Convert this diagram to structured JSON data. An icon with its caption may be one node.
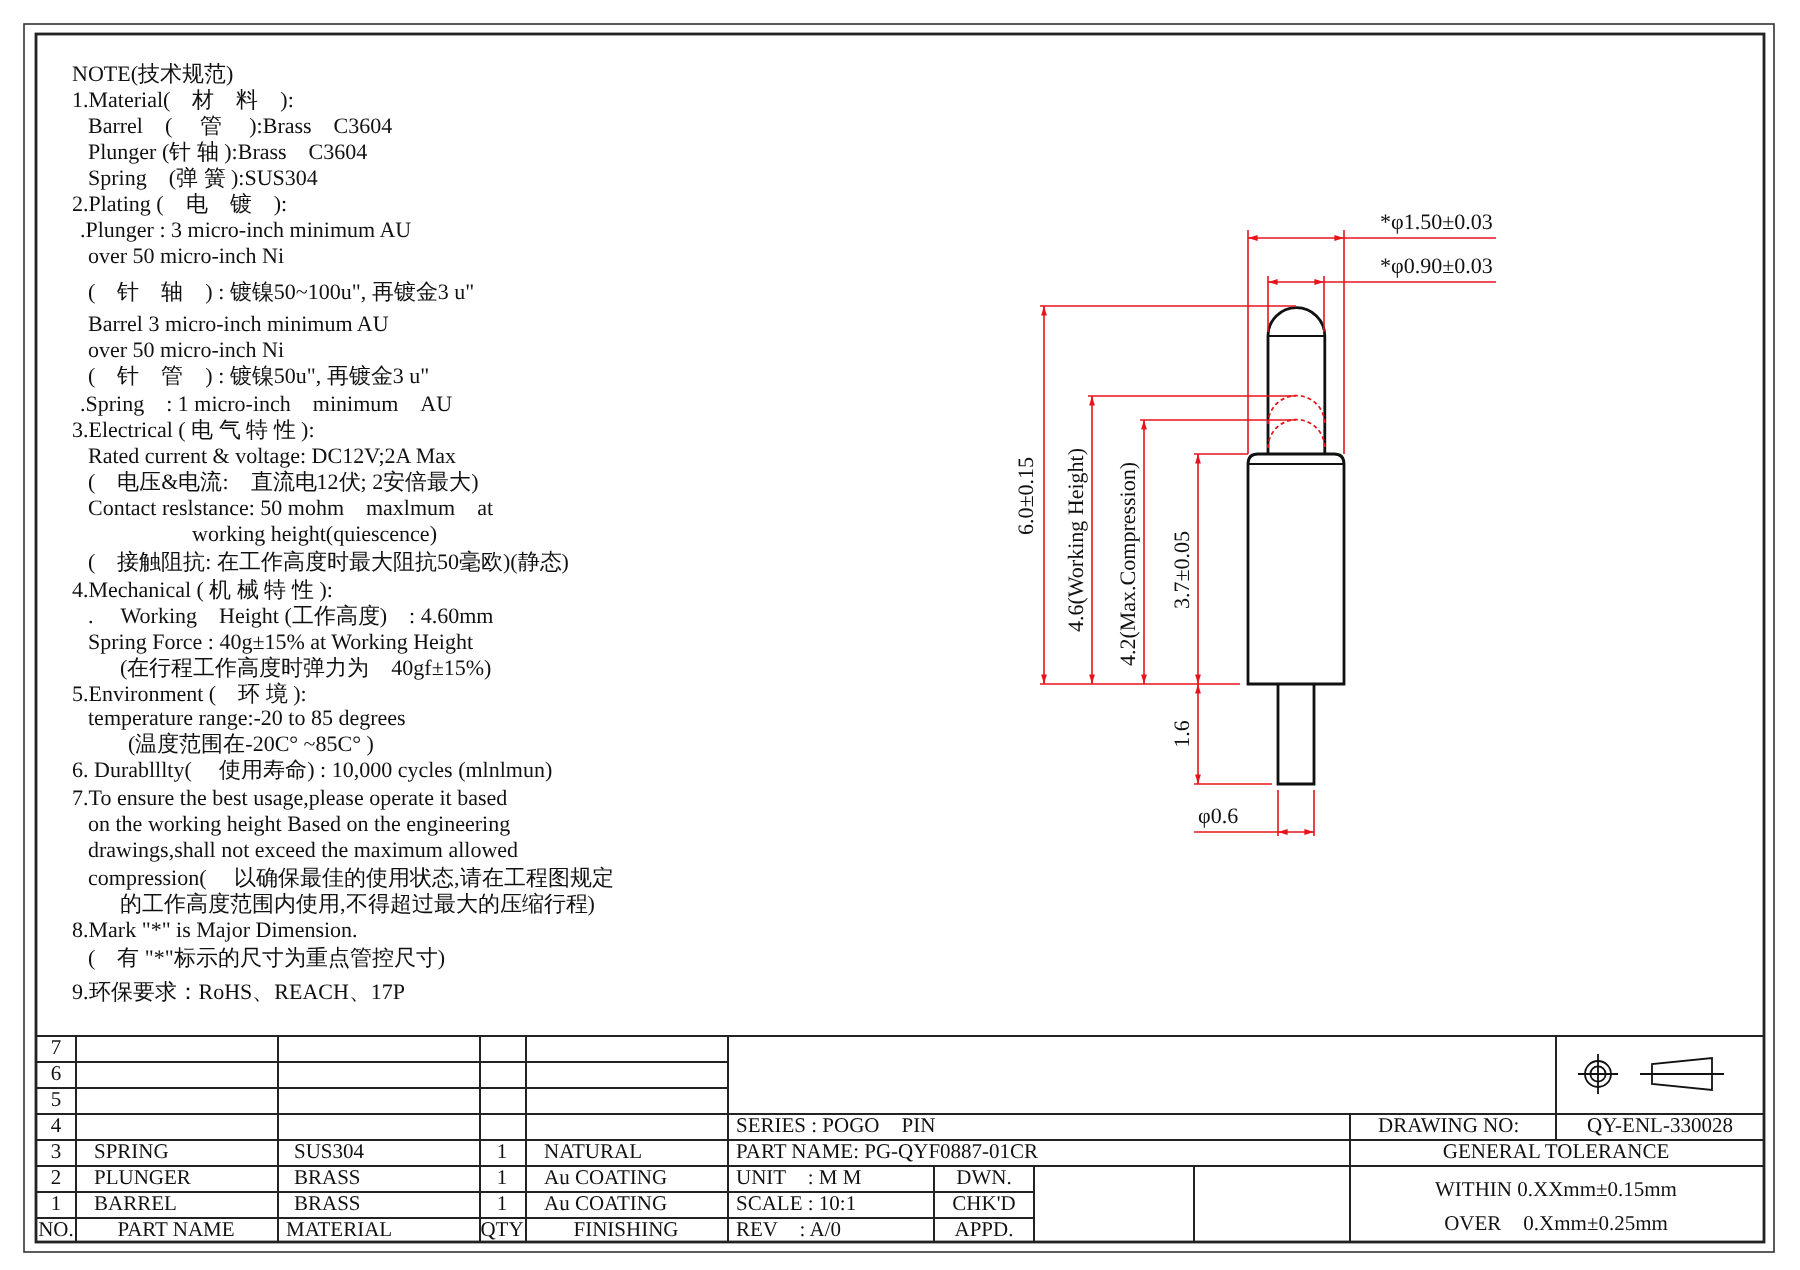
{
  "diagram": {
    "labels": [
      "NOTE(技术规范)",
      "1.Material(　材　料　):",
      "Barrel　(　 管　 ):Brass　C3604",
      "Plunger (针 轴 ):Brass　C3604",
      "Spring　(弹 簧 ):SUS304",
      "2.Plating (　电　镀　):",
      ".Plunger : 3 micro-inch minimum AU",
      "over 50 micro-inch Ni",
      "(　针　轴　) : 镀镍50~100u\", 再镀金3 u\"",
      "Barrel 3 micro-inch minimum AU",
      "over 50 micro-inch Ni",
      "(　针　管　) : 镀镍50u\", 再镀金3 u\"",
      ".Spring　: 1 micro-inch　minimum　AU",
      "3.Electrical ( 电 气 特 性 ):",
      "Rated current & voltage: DC12V;2A Max",
      "(　电压&电流:　直流电12伏; 2安倍最大)",
      "Contact reslstance: 50 mohm　maxlmum　at",
      "working height(quiescence)",
      "(　接触阻抗: 在工作高度时最大阻抗50毫欧)(静态)",
      "4.Mechanical ( 机 械 特 性 ):",
      ".　 Working　Height (工作高度)　: 4.60mm",
      "Spring Force : 40g±15% at Working Height",
      "(在行程工作高度时弹力为　40gf±15%)",
      "5.Environment (　环 境 ):",
      "temperature range:-20 to 85 degrees",
      "(温度范围在-20C° ~85C° )",
      "6. Durablllty(　 使用寿命) : 10,000 cycles (mlnlmun)",
      "7.To ensure the best usage,please operate it based",
      "on the working height Based on the engineering",
      "drawings,shall not exceed the maximum allowed",
      "compression(　 以确保最佳的使用状态,请在工程图规定",
      "的工作高度范围内使用,不得超过最大的压缩行程)",
      "8.Mark \"*\" is Major Dimension.",
      "(　有 \"*\"标示的尺寸为重点管控尺寸)",
      "9.环保要求：RoHS、REACH、17P",
      "*φ1.50±0.03",
      "*φ0.90±0.03",
      "6.0±0.15",
      "4.6(Working Height)",
      "4.2(Max.Compression)",
      "3.7±0.05",
      "1.6",
      "φ0.6",
      "7",
      "6",
      "5",
      "4",
      "3",
      "SPRING",
      "SUS304",
      "1",
      "NATURAL",
      "2",
      "PLUNGER",
      "BRASS",
      "1",
      "Au COATING",
      "1",
      "BARREL",
      "BRASS",
      "1",
      "Au COATING",
      "NO.",
      "PART NAME",
      "MATERIAL",
      "QTY",
      "FINISHING",
      "SERIES : POGO　PIN",
      "DRAWING NO:",
      "QY-ENL-330028",
      "PART NAME: PG-QYF0887-01CR",
      "GENERAL TOLERANCE",
      "UNIT　: M M",
      "DWN.",
      "WITHIN 0.XXmm±0.15mm",
      "SCALE : 10:1",
      "CHK'D",
      "OVER　0.Xmm±0.25mm",
      "REV　: A/0",
      "APPD."
    ]
  }
}
